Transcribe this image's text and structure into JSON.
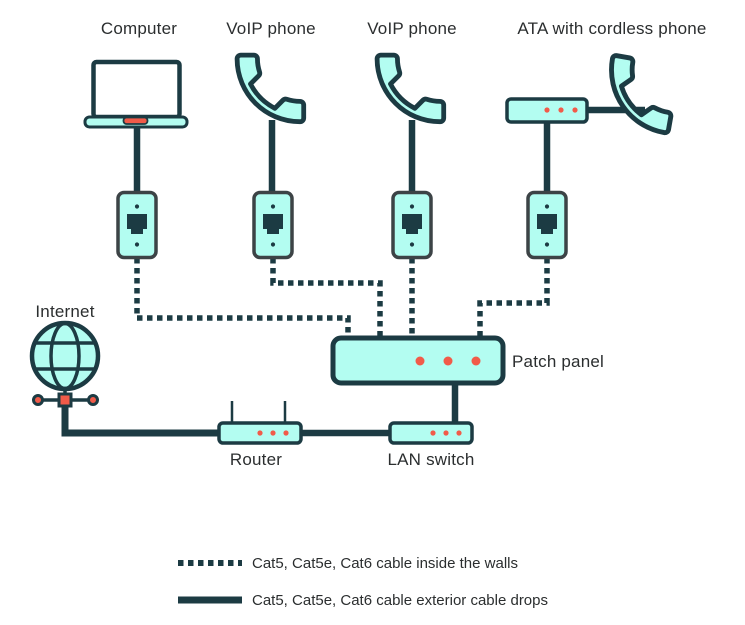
{
  "nodes": {
    "computer": {
      "label": "Computer"
    },
    "voip_phone_1": {
      "label": "VoIP phone"
    },
    "voip_phone_2": {
      "label": "VoIP phone"
    },
    "ata": {
      "label": "ATA with cordless phone"
    },
    "internet": {
      "label": "Internet"
    },
    "patch_panel": {
      "label": "Patch panel"
    },
    "router": {
      "label": "Router"
    },
    "lan_switch": {
      "label": "LAN switch"
    }
  },
  "legend": {
    "items": [
      {
        "style": "dotted",
        "label": "Cat5, Cat5e, Cat6 cable inside the walls"
      },
      {
        "style": "solid",
        "label": "Cat5, Cat5e, Cat6 cable exterior cable drops"
      }
    ]
  },
  "colors": {
    "mint": "#b3fdf1",
    "dark": "#1c3b43",
    "accent": "#f15b49",
    "jack": "#3c4346",
    "text": "#2b2e2f"
  }
}
